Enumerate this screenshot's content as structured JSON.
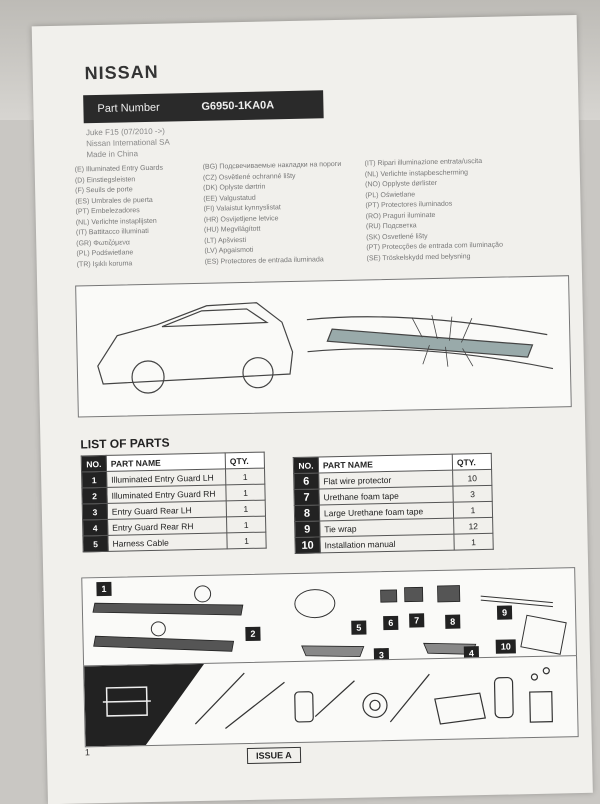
{
  "header": {
    "brand": "NISSAN",
    "part_label": "Part Number",
    "part_number": "G6950-1KA0A"
  },
  "meta": [
    "Juke F15 (07/2010 ->)",
    "Nissan International SA",
    "Made in China"
  ],
  "languages": {
    "col1": [
      "(E) Illuminated Entry Guards",
      "(D) Einstiegsleisten",
      "(F) Seuils de porte",
      "(ES) Umbrales de puerta",
      "(PT) Embelezadores",
      "(NL) Verlichte instaplijsten",
      "(IT) Battitacco illuminati",
      "(GR) Φωτιζόμενα",
      "(PL) Podświetlane",
      "(TR) Işıklı koruma"
    ],
    "col2": [
      "(BG) Подсвечиваемые накладки на пороги",
      "(CZ) Osvětlené ochranné lišty",
      "(DK) Oplyste dørtrin",
      "(EE) Valgustatud",
      "(FI) Valaistut kynnyslistat",
      "(HR) Osvijetljene letvice",
      "(HU) Megvilágított",
      "(LT) Apšviesti",
      "(LV) Apgaismoti",
      "(ES) Protectores de entrada iluminada"
    ],
    "col3": [
      "(IT) Ripari illuminazione entrata/uscita",
      "(NL) Verlichte instapbescherming",
      "(NO) Opplyste dørlister",
      "(PL) Oświetlane",
      "(PT) Protectores iluminados",
      "(RO) Praguri iluminate",
      "(RU) Подсветка",
      "(SK) Osvetlené lišty",
      "(PT) Protecções de entrada com iluminação",
      "(SE) Tröskelskydd med belysning"
    ]
  },
  "list_title": "LIST OF PARTS",
  "table_headers": {
    "no": "NO.",
    "name": "PART NAME",
    "qty": "QTY."
  },
  "parts_left": [
    {
      "no": "1",
      "name": "Illuminated Entry Guard LH",
      "qty": "1"
    },
    {
      "no": "2",
      "name": "Illuminated Entry Guard RH",
      "qty": "1"
    },
    {
      "no": "3",
      "name": "Entry Guard Rear LH",
      "qty": "1"
    },
    {
      "no": "4",
      "name": "Entry Guard Rear RH",
      "qty": "1"
    },
    {
      "no": "5",
      "name": "Harness Cable",
      "qty": "1"
    }
  ],
  "parts_right": [
    {
      "no": "6",
      "name": "Flat wire protector",
      "qty": "10"
    },
    {
      "no": "7",
      "name": "Urethane foam tape",
      "qty": "3"
    },
    {
      "no": "8",
      "name": "Large Urethane foam tape",
      "qty": "1"
    },
    {
      "no": "9",
      "name": "Tie wrap",
      "qty": "12"
    },
    {
      "no": "10",
      "name": "Installation manual",
      "qty": "1"
    }
  ],
  "tags": [
    "1",
    "2",
    "3",
    "4",
    "5",
    "6",
    "7",
    "8",
    "9",
    "10"
  ],
  "page_number": "1",
  "issue": "ISSUE A",
  "colors": {
    "paper": "#f1f0ec",
    "dark": "#222222"
  }
}
